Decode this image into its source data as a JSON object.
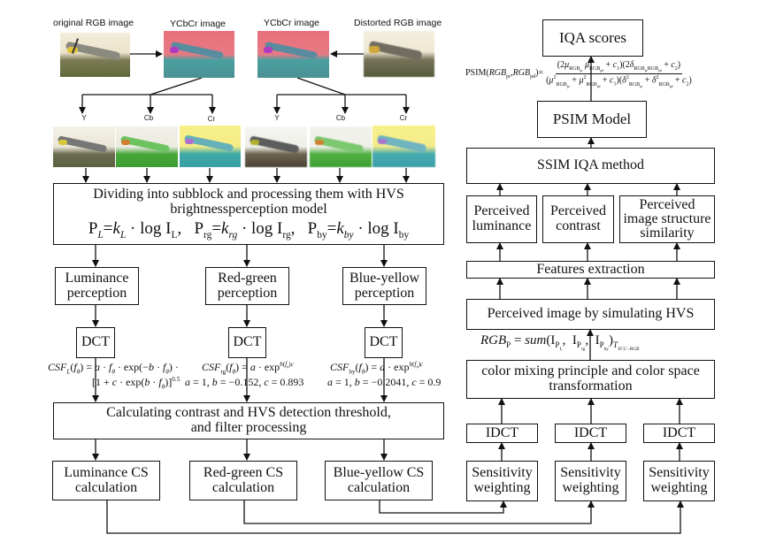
{
  "top_labels": {
    "original": "original RGB image",
    "ycbcr_ref": "YCbCr image",
    "ycbcr_dist": "YCbCr image",
    "distorted": "Distorted RGB image"
  },
  "channels": [
    "Y",
    "Cb",
    "Cr",
    "Y",
    "Cb",
    "Cr"
  ],
  "left": {
    "dividing": {
      "line1": "Dividing into subblock and processing them with HVS",
      "line2": "brightnessperception model"
    },
    "brightness_formula": {
      "PL": "P_L = k_L · log I_L",
      "Prg": "P_rg = k_rg · log I_rg",
      "Pby": "P_by = k_by · log I_by"
    },
    "perception": [
      {
        "line1": "Luminance",
        "line2": "perception"
      },
      {
        "line1": "Red-green",
        "line2": "perception"
      },
      {
        "line1": "Blue-yellow",
        "line2": "perception"
      }
    ],
    "dct_label": "DCT",
    "csf": {
      "L_line1": "CSF_L(f_θ) = a · f_θ · exp(−b · f_θ) ·",
      "L_line2": "[1 + c · exp(b · f_θ)]^0.5",
      "rg_line1": "CSF_rg(f_θ) = a · exp^{b(f_θ)^c}",
      "rg_params": "a = 1, b = −0.152, c = 0.893",
      "by_line1": "CSF_by(f_θ) = a · exp^{b(f_θ)^c}",
      "by_params": "a = 1, b = −0.2041, c = 0.9"
    },
    "calculating": {
      "line1": "Calculating contrast and HVS detection threshold,",
      "line2": "and filter processing"
    },
    "cs": [
      {
        "line1": "Luminance CS",
        "line2": "calculation"
      },
      {
        "line1": "Red-green CS",
        "line2": "calculation"
      },
      {
        "line1": "Blue-yellow CS",
        "line2": "calculation"
      }
    ]
  },
  "right": {
    "iqa_scores": "IQA scores",
    "psim_formula": "PSIM(RGB_pr, RGB_pd) = (2μ_RGBpr μ_RGBpd + c1)(2δ_RGBpr,RGBpd + c2) / ((μ²_RGBpr + μ²_RGBpd + c1)(δ²_RGBpr + δ²_RGBpd + c2))",
    "psim_model": "PSIM Model",
    "ssim": "SSIM IQA method",
    "perceived": [
      {
        "line1": "Perceived",
        "line2": "luminance"
      },
      {
        "line1": "Perceived",
        "line2": "contrast"
      },
      {
        "line1": "Perceived",
        "line2": "image structure",
        "line3": "similarity"
      }
    ],
    "features": "Features extraction",
    "perceived_image": "Perceived image by simulating HVS",
    "rgbp_formula": "RGB_P = sum(I_PL, I_Prg, I_Pby)_T_YCC−RGB",
    "color_mixing": {
      "line1": "color mixing principle and color space",
      "line2": "transformation"
    },
    "idct_label": "IDCT",
    "sensitivity": {
      "line1": "Sensitivity",
      "line2": "weighting"
    }
  }
}
